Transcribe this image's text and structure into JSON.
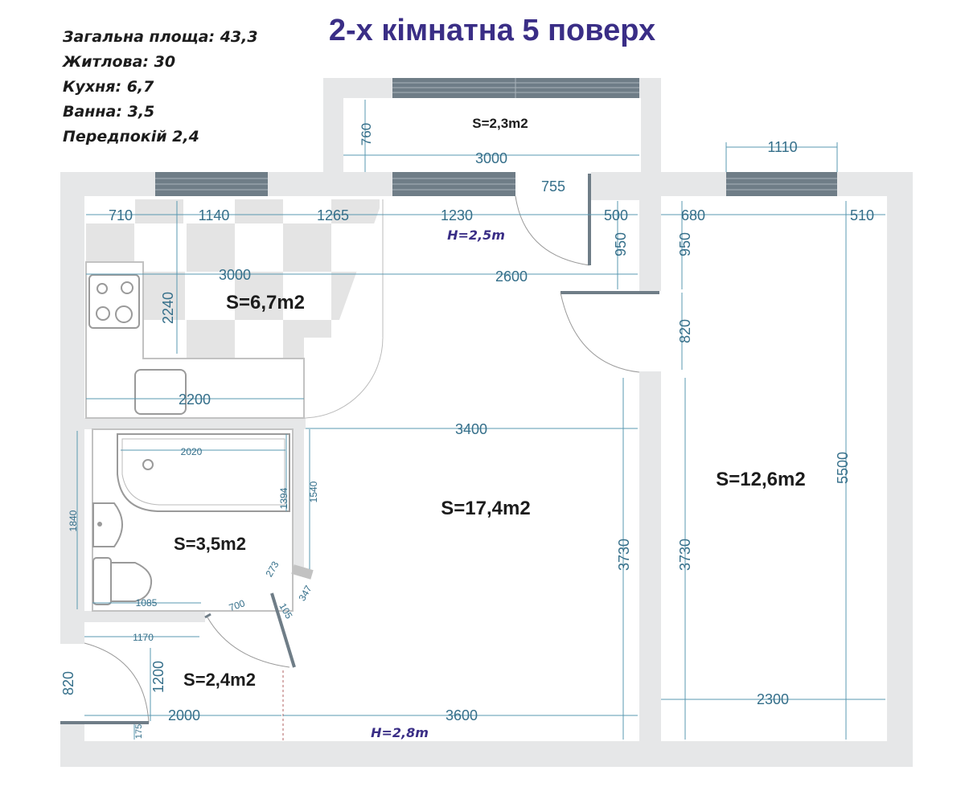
{
  "header": {
    "title": "2-х кімнатна 5 поверх",
    "title_color": "#3a2e86"
  },
  "stats": {
    "lines": [
      "Загальна площа: 43,3",
      "Житлова: 30",
      "Кухня: 6,7",
      "Ванна: 3,5",
      "Передпокій 2,4"
    ],
    "color": "#1c1c1c"
  },
  "rooms": {
    "balcony_area": "S=2,3m2",
    "kitchen_area": "S=6,7m2",
    "living_area": "S=17,4m2",
    "bedroom_area": "S=12,6m2",
    "bathroom_area": "S=3,5m2",
    "hall_area": "S=2,4m2"
  },
  "heights": {
    "balcony_height": "H=2,5m",
    "main_height": "H=2,8m",
    "color": "#3a2e86"
  },
  "dimensions": {
    "d760": "760",
    "d3000_balcony": "3000",
    "d755": "755",
    "d1110": "1110",
    "d710": "710",
    "d1140": "1140",
    "d1265": "1265",
    "d1230": "1230",
    "d500": "500",
    "d680": "680",
    "d510": "510",
    "d950_a": "950",
    "d950_b": "950",
    "d3000_kitchen": "3000",
    "d2600": "2600",
    "d2240": "2240",
    "d820_door": "820",
    "d2200": "2200",
    "d3400": "3400",
    "d2020": "2020",
    "d1394": "1394",
    "d1540": "1540",
    "d1840": "1840",
    "d5500": "5500",
    "d3730_a": "3730",
    "d3730_b": "3730",
    "d273": "273",
    "d347": "347",
    "d105": "105",
    "d700": "700",
    "d1085": "1085",
    "d1170": "1170",
    "d820_hall": "820",
    "d1200": "1200",
    "d2000": "2000",
    "d3600": "3600",
    "d175": "175",
    "d2300": "2300"
  },
  "colors": {
    "wall": "#e6e7e8",
    "window": "#6f7d87",
    "dim": "#356f8a",
    "tile": "#e4e4e4"
  }
}
